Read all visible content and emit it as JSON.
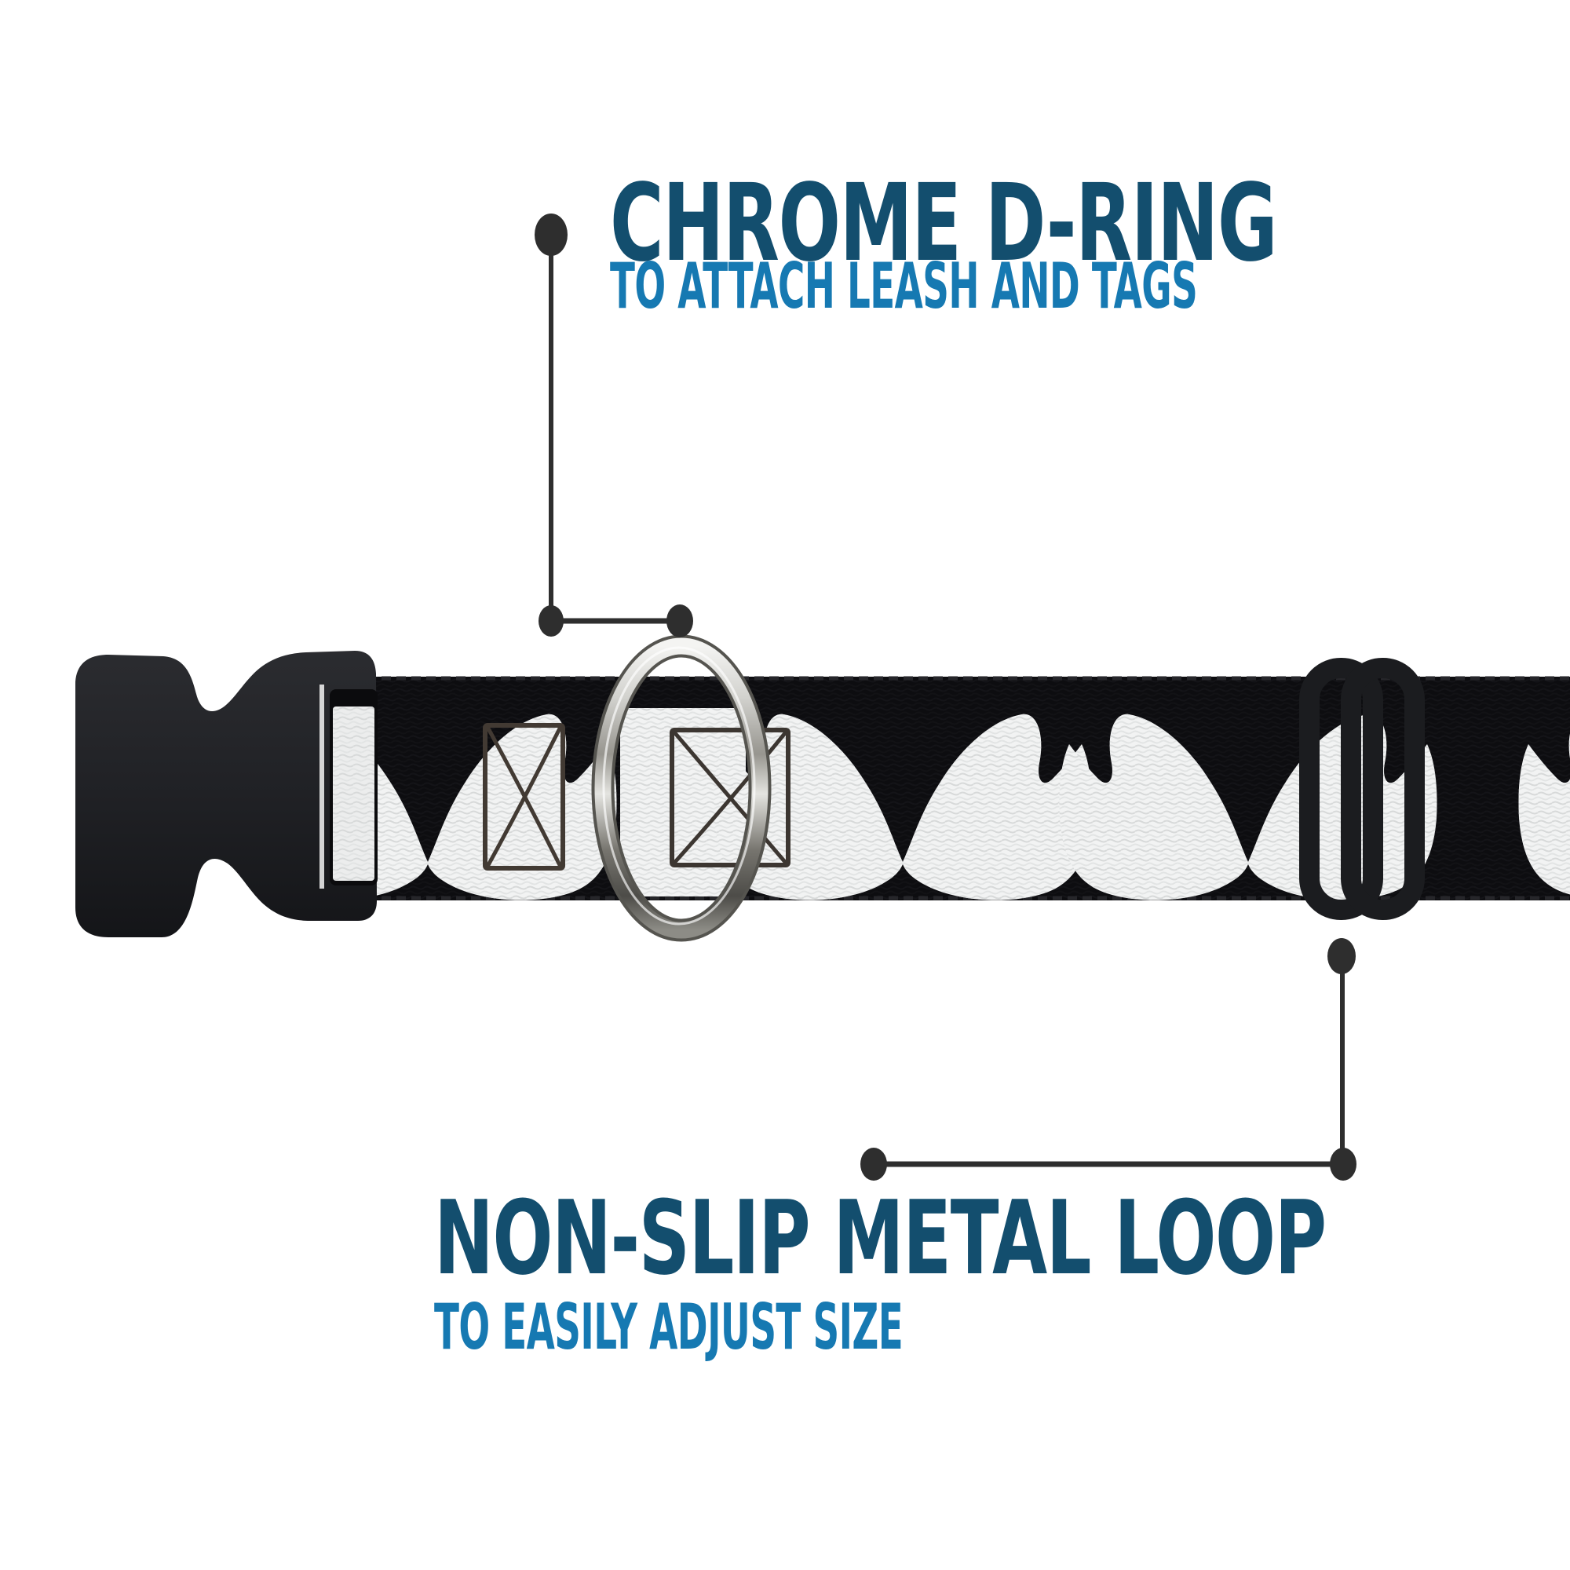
{
  "page": {
    "background": "#ffffff",
    "type": "product-feature-infographic"
  },
  "callouts": {
    "top": {
      "title": "CHROME D-RING",
      "subtitle": "TO ATTACH LEASH AND TAGS",
      "points_to": "d-ring"
    },
    "bottom": {
      "title": "NON-SLIP METAL LOOP",
      "subtitle": "TO EASILY ADJUST SIZE",
      "points_to": "metal-loop-slider"
    }
  },
  "product": {
    "description": "black dog collar with white mustache pattern",
    "parts": [
      "side-release-buckle",
      "printed-webbing-strap",
      "chrome-d-ring",
      "box-x-stitching",
      "metal-loop-slider"
    ]
  },
  "colors": {
    "title": "#134e6e",
    "subtitle": "#1679b2",
    "callout_line": "#2e2e2e",
    "strap_black": "#0d0d10",
    "webbing_white": "#f2f3f3",
    "chrome_light": "#f0f0ee",
    "chrome_dark": "#55544f",
    "buckle_black": "#1f2023"
  }
}
